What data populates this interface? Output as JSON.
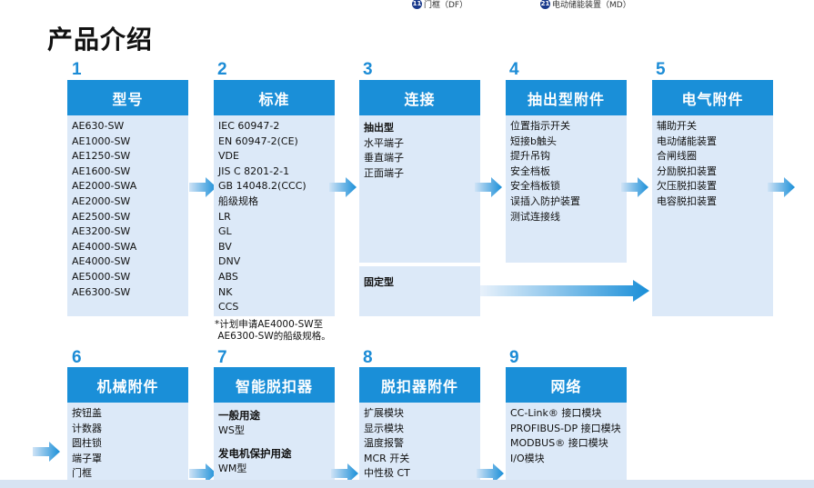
{
  "top_notes": [
    {
      "badge": "11",
      "text": "门框（DF）"
    },
    {
      "badge": "21",
      "text": "电动储能装置（MD）"
    }
  ],
  "title": "产品介绍",
  "sections": [
    {
      "num": "1",
      "header": "型号",
      "items": [
        "AE630-SW",
        "AE1000-SW",
        "AE1250-SW",
        "AE1600-SW",
        "AE2000-SWA",
        "AE2000-SW",
        "AE2500-SW",
        "AE3200-SW",
        "AE4000-SWA",
        "AE4000-SW",
        "AE5000-SW",
        "AE6300-SW"
      ]
    },
    {
      "num": "2",
      "header": "标准",
      "items": [
        "IEC 60947-2",
        "EN 60947-2(CE)",
        "VDE",
        "JIS C 8201-2-1",
        "GB 14048.2(CCC)",
        "船级规格",
        "LR",
        "GL",
        "BV",
        "DNV",
        "ABS",
        "NK",
        "CCS"
      ],
      "note": "*计划申请AE4000-SW至\n AE6300-SW的船级规格。"
    },
    {
      "num": "3",
      "header": "连接",
      "items": [
        "抽出型",
        "水平端子",
        "垂直端子",
        "正面端子"
      ],
      "fixed": "固定型"
    },
    {
      "num": "4",
      "header": "抽出型附件",
      "items": [
        "位置指示开关",
        "短接b触头",
        "提升吊钩",
        "安全档板",
        "安全档板锁",
        "误插入防护装置",
        "测试连接线"
      ]
    },
    {
      "num": "5",
      "header": "电气附件",
      "items": [
        "辅助开关",
        "电动储能装置",
        "合闸线圈",
        "分励脱扣装置",
        "欠压脱扣装置",
        "电容脱扣装置"
      ]
    },
    {
      "num": "6",
      "header": "机械附件",
      "items": [
        "按钮盖",
        "计数器",
        "圆柱锁",
        "端子罩",
        "门框"
      ]
    },
    {
      "num": "7",
      "header": "智能脱扣器",
      "items": [
        "一般用途",
        "WS型",
        "发电机保护用途",
        "WM型"
      ]
    },
    {
      "num": "8",
      "header": "脱扣器附件",
      "items": [
        "扩展模块",
        "显示模块",
        "温度报警",
        "MCR 开关",
        "中性极 CT"
      ]
    },
    {
      "num": "9",
      "header": "网络",
      "items": [
        "CC-Link® 接口模块",
        "PROFIBUS-DP 接口模块",
        "MODBUS® 接口模块",
        "I/O模块"
      ]
    }
  ],
  "colors": {
    "header_blue": "#1a8fd8",
    "card_bg": "#dce9f8",
    "number_blue": "#1c8cd6"
  }
}
